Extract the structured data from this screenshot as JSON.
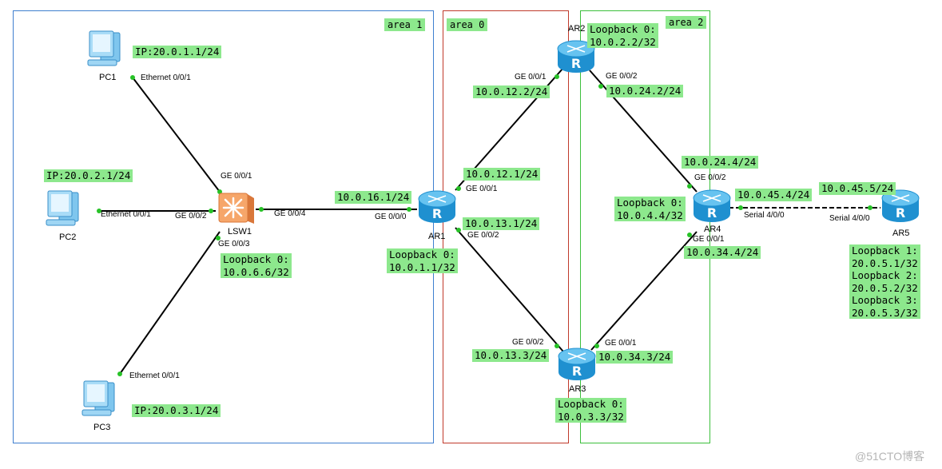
{
  "areas": {
    "area1": "area 1",
    "area0": "area 0",
    "area2": "area 2"
  },
  "devices": {
    "pc1": "PC1",
    "pc2": "PC2",
    "pc3": "PC3",
    "lsw1": "LSW1",
    "ar1": "AR1",
    "ar2": "AR2",
    "ar3": "AR3",
    "ar4": "AR4",
    "ar5": "AR5"
  },
  "ports": {
    "pc1_eth": "Ethernet 0/0/1",
    "pc2_eth": "Ethernet 0/0/1",
    "pc3_eth": "Ethernet 0/0/1",
    "lsw1_g1": "GE 0/0/1",
    "lsw1_g2": "GE 0/0/2",
    "lsw1_g3": "GE 0/0/3",
    "lsw1_g4": "GE 0/0/4",
    "ar1_g0": "GE 0/0/0",
    "ar1_g1": "GE 0/0/1",
    "ar1_g2": "GE 0/0/2",
    "ar2_g1": "GE 0/0/1",
    "ar2_g2": "GE 0/0/2",
    "ar3_g1": "GE 0/0/1",
    "ar3_g2": "GE 0/0/2",
    "ar4_g1": "GE 0/0/1",
    "ar4_g2": "GE 0/0/2",
    "ar4_s": "Serial 4/0/0",
    "ar5_s": "Serial 4/0/0"
  },
  "labels": {
    "pc1_ip": "IP:20.0.1.1/24",
    "pc2_ip": "IP:20.0.2.1/24",
    "pc3_ip": "IP:20.0.3.1/24",
    "lsw1_lb": "Loopback 0:\n10.0.6.6/32",
    "ar1_g0_ip": "10.0.16.1/24",
    "ar1_g1_ip": "10.0.12.1/24",
    "ar1_g2_ip": "10.0.13.1/24",
    "ar1_lb": "Loopback 0:\n10.0.1.1/32",
    "ar2_lb": "Loopback 0:\n10.0.2.2/32",
    "ar2_g1_ip": "10.0.12.2/24",
    "ar2_g2_ip": "10.0.24.2/24",
    "ar3_g2_ip": "10.0.13.3/24",
    "ar3_g1_ip": "10.0.34.3/24",
    "ar3_lb": "Loopback 0:\n10.0.3.3/32",
    "ar4_g2_ip": "10.0.24.4/24",
    "ar4_s_ip": "10.0.45.4/24",
    "ar4_lb": "Loopback 0:\n10.0.4.4/32",
    "ar4_g1_ip": "10.0.34.4/24",
    "ar5_s_ip": "10.0.45.5/24",
    "ar5_lb": "Loopback 1:\n20.0.5.1/32\nLoopback 2:\n20.0.5.2/32\nLoopback 3:\n20.0.5.3/32"
  },
  "watermark": "@51CTO博客",
  "colors": {
    "area1_border": "#3f7fcf",
    "area0_border": "#c0392b",
    "area2_border": "#3cbf3c",
    "label_bg": "#8de88d",
    "router": "#3ab0e8",
    "switch": "#f0a060"
  }
}
